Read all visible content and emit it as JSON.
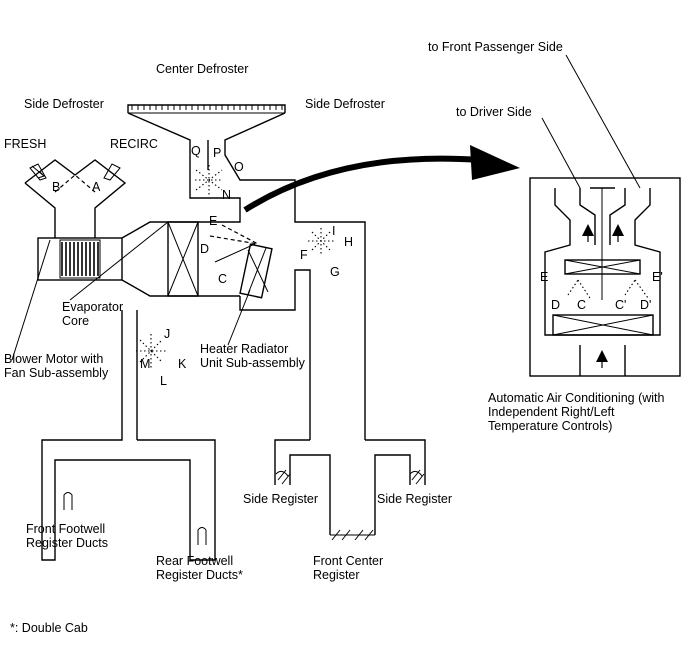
{
  "labels": {
    "center_defroster": "Center Defroster",
    "side_defroster_left": "Side Defroster",
    "side_defroster_right": "Side Defroster",
    "fresh": "FRESH",
    "recirc": "RECIRC",
    "evaporator_core_line1": "Evaporator",
    "evaporator_core_line2": "Core",
    "blower_motor_line1": "Blower Motor with",
    "blower_motor_line2": "Fan Sub-assembly",
    "heater_radiator_line1": "Heater Radiator",
    "heater_radiator_line2": "Unit Sub-assembly",
    "to_front_passenger_side": "to Front Passenger Side",
    "to_driver_side": "to Driver Side",
    "auto_ac_line1": "Automatic Air Conditioning (with",
    "auto_ac_line2": "Independent Right/Left",
    "auto_ac_line3": "Temperature Controls)",
    "side_register_left": "Side Register",
    "side_register_right": "Side Register",
    "front_center_register_line1": "Front Center",
    "front_center_register_line2": "Register",
    "front_footwell_line1": "Front Footwell",
    "front_footwell_line2": "Register Ducts",
    "rear_footwell_line1": "Rear Footwell",
    "rear_footwell_line2": "Register Ducts*",
    "footnote": "*: Double Cab"
  },
  "damper_letters": {
    "a": "A",
    "b": "B",
    "c": "C",
    "d": "D",
    "e": "E",
    "f": "F",
    "g": "G",
    "h": "H",
    "i": "I",
    "j": "J",
    "k": "K",
    "l": "L",
    "m": "M",
    "n": "N",
    "o": "O",
    "p": "P",
    "q": "Q"
  },
  "inset_letters": {
    "e": "E",
    "e_prime": "E'",
    "d": "D",
    "c": "C",
    "c_prime": "C'",
    "d_prime": "D'"
  }
}
